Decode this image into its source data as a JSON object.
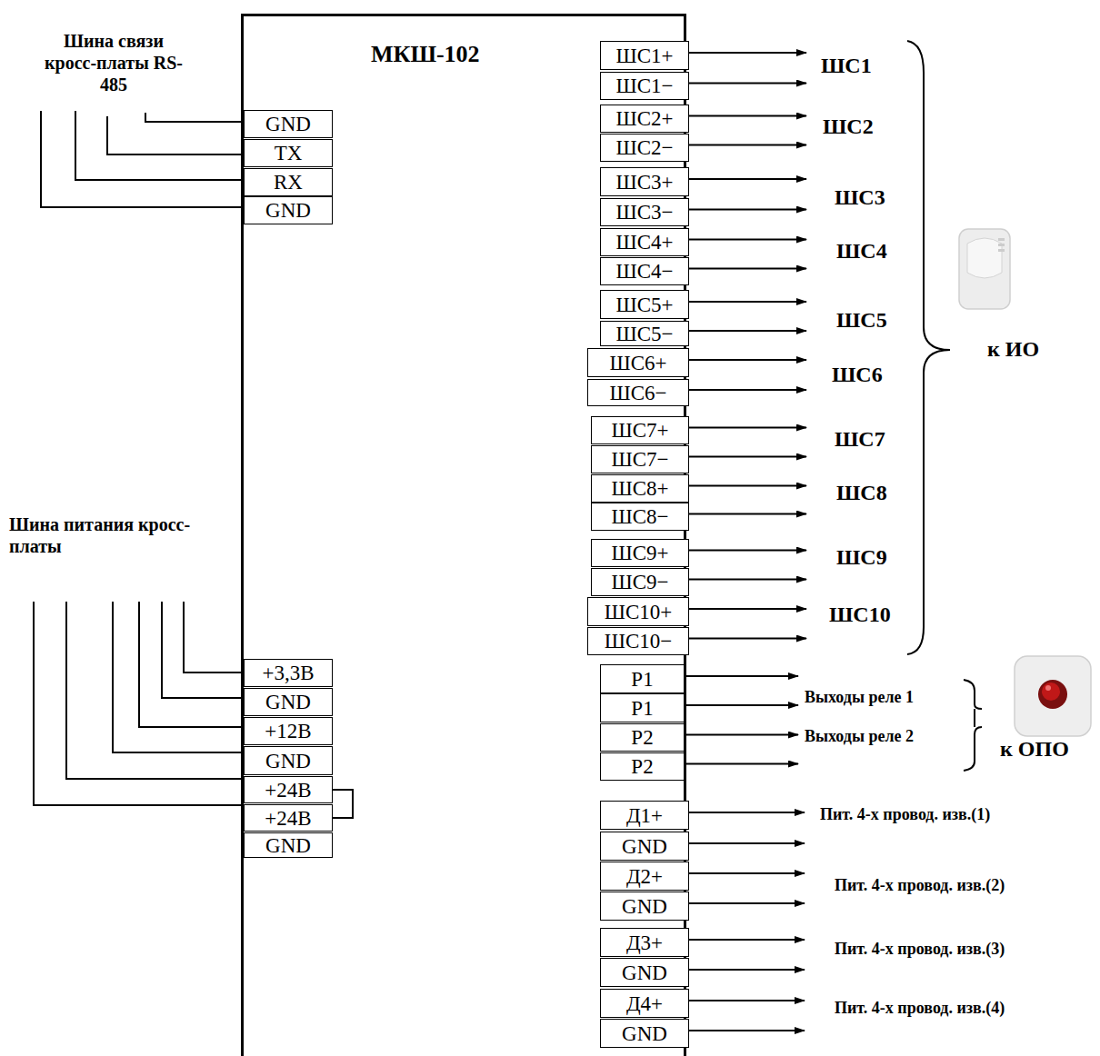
{
  "diagram": {
    "nodes": [
      {
        "text": [
          "МКШ-102"
        ]
      },
      {
        "text": [
          "GND"
        ],
        "in": 0
      },
      {
        "text": [
          "TX"
        ],
        "in": 0
      },
      {
        "text": [
          "RX"
        ],
        "in": 0
      },
      {
        "text": [
          "GND"
        ],
        "in": 0
      },
      {
        "text": [
          "+3,3В"
        ],
        "in": 0
      },
      {
        "text": [
          "GND"
        ],
        "in": 0
      },
      {
        "text": [
          "+12В"
        ],
        "in": 0
      },
      {
        "text": [
          "GND"
        ],
        "in": 0
      },
      {
        "text": [
          "+24В"
        ],
        "in": 0
      },
      {
        "text": [
          "+24В"
        ],
        "in": 0
      },
      {
        "text": [
          "GND"
        ],
        "in": 0
      },
      {
        "text": [
          "ШС1+"
        ],
        "in": 0
      },
      {
        "text": [
          "ШС1−"
        ],
        "in": 0
      },
      {
        "text": [
          "ШС2+"
        ],
        "in": 0
      },
      {
        "text": [
          "ШС2−"
        ],
        "in": 0
      },
      {
        "text": [
          "ШС3+"
        ],
        "in": 0
      },
      {
        "text": [
          "ШС3−"
        ],
        "in": 0
      },
      {
        "text": [
          "ШС4+"
        ],
        "in": 0
      },
      {
        "text": [
          "ШС4−"
        ],
        "in": 0
      },
      {
        "text": [
          "ШС5+"
        ],
        "in": 0
      },
      {
        "text": [
          "ШС5−"
        ],
        "in": 0
      },
      {
        "text": [
          "ШС6+"
        ],
        "in": 0
      },
      {
        "text": [
          "ШС6−"
        ],
        "in": 0
      },
      {
        "text": [
          "ШС7+"
        ],
        "in": 0
      },
      {
        "text": [
          "ШС7−"
        ],
        "in": 0
      },
      {
        "text": [
          "ШС8+"
        ],
        "in": 0
      },
      {
        "text": [
          "ШС8−"
        ],
        "in": 0
      },
      {
        "text": [
          "ШС9+"
        ],
        "in": 0
      },
      {
        "text": [
          "ШС9−"
        ],
        "in": 0
      },
      {
        "text": [
          "ШС10+"
        ],
        "in": 0
      },
      {
        "text": [
          "ШС10−"
        ],
        "in": 0
      },
      {
        "text": [
          "Р1"
        ],
        "in": 0
      },
      {
        "text": [
          "Р1"
        ],
        "in": 0
      },
      {
        "text": [
          "Р2"
        ],
        "in": 0
      },
      {
        "text": [
          "Р2"
        ],
        "in": 0
      },
      {
        "text": [
          "Д1+"
        ],
        "in": 0
      },
      {
        "text": [
          "GND"
        ],
        "in": 0
      },
      {
        "text": [
          "Д2+"
        ],
        "in": 0
      },
      {
        "text": [
          "GND"
        ],
        "in": 0
      },
      {
        "text": [
          "Д3+"
        ],
        "in": 0
      },
      {
        "text": [
          "GND"
        ],
        "in": 0
      },
      {
        "text": [
          "Д4+"
        ],
        "in": 0
      },
      {
        "text": [
          "GND"
        ],
        "in": 0
      }
    ],
    "edges": [
      {
        "from": 9,
        "to": 10,
        "arrow": "none"
      }
    ],
    "labels": [
      "Шина связи кросс-платы RS-485",
      "Шина питания кросс-платы",
      "ШС1",
      "ШС2",
      "ШС3",
      "ШС4",
      "ШС5",
      "ШС6",
      "ШС7",
      "ШС8",
      "ШС9",
      "ШС10",
      "к ИО",
      "Выходы реле 1",
      "Выходы реле 2",
      "к ОПО",
      "Пит. 4-х провод. изв.(1)",
      "Пит. 4-х провод. изв.(2)",
      "Пит. 4-х провод. изв.(3)",
      "Пит. 4-х провод. изв.(4)"
    ]
  }
}
